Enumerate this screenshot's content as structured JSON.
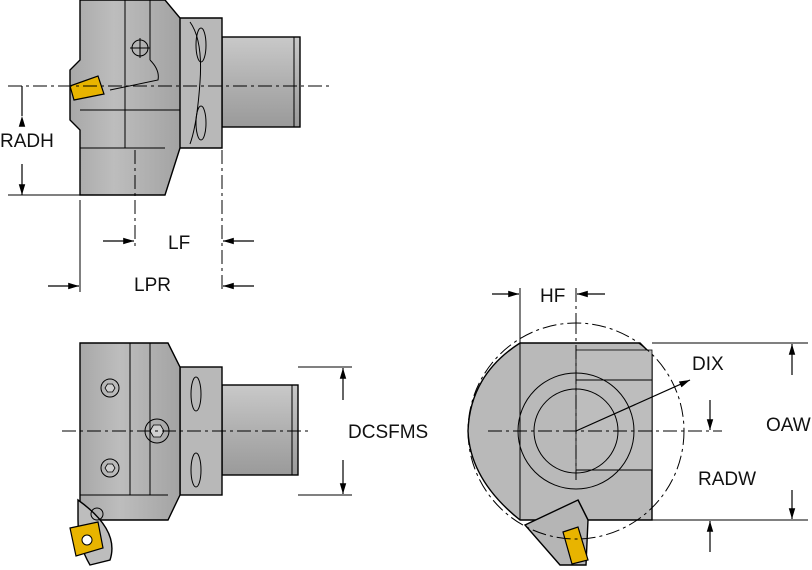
{
  "labels": {
    "radh": "RADH",
    "lf": "LF",
    "lpr": "LPR",
    "hf": "HF",
    "dix": "DIX",
    "dcsfms": "DCSFMS",
    "oaw": "OAW",
    "radw": "RADW"
  },
  "colors": {
    "body": "#b5b5b5",
    "body_shade": "#9c9c9c",
    "body_light": "#d0d0d0",
    "insert": "#e8b400",
    "line": "#000000"
  }
}
